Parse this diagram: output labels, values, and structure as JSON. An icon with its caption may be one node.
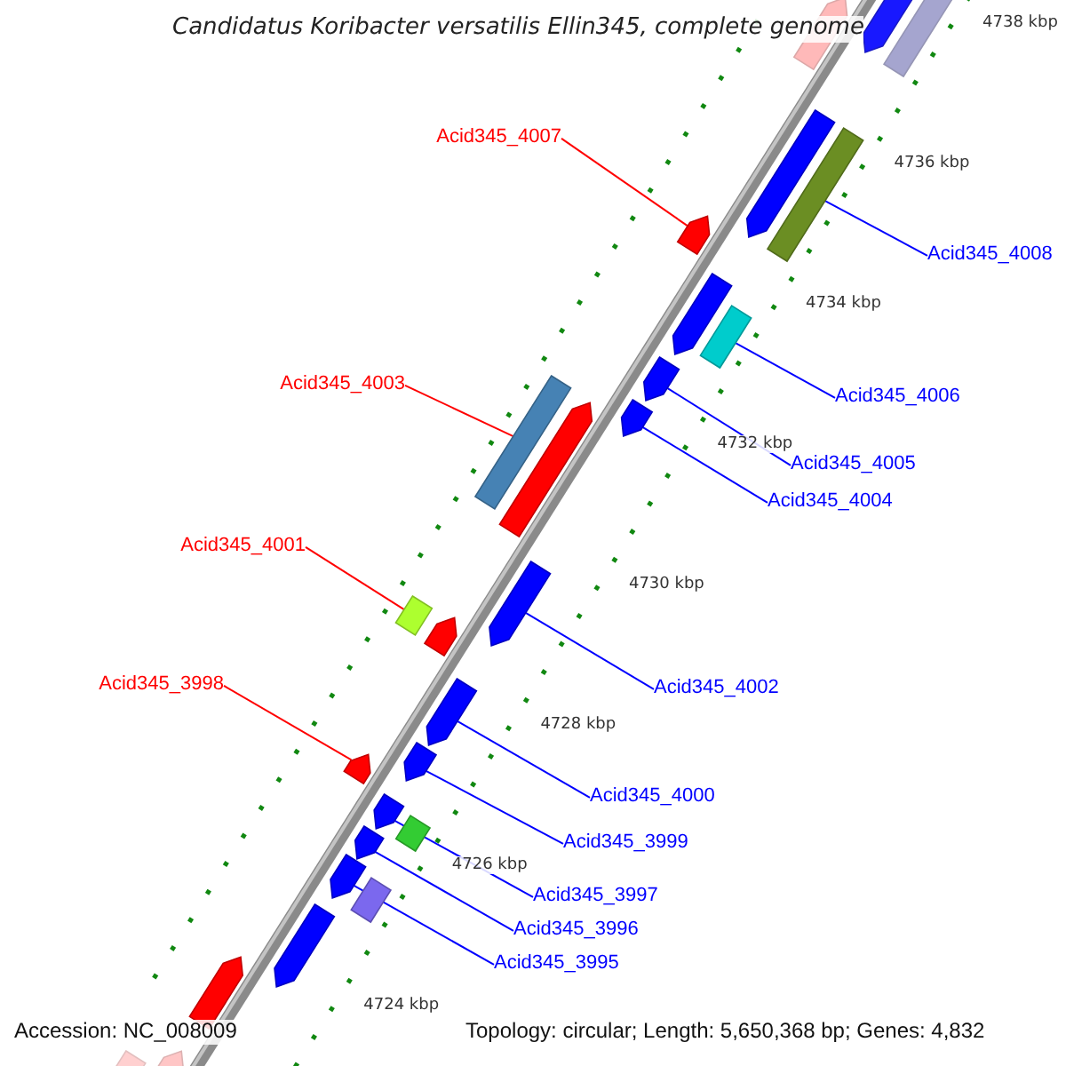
{
  "diagram": {
    "title": "Candidatus Koribacter versatilis Ellin345, complete genome",
    "nodes": [
      {
        "text": [
          "Acid345_4007"
        ]
      },
      {
        "text": [],
        "shape": "arrow"
      },
      {
        "text": [
          "Acid345_4008"
        ]
      },
      {
        "text": [],
        "shape": "bar"
      },
      {
        "text": [
          "Acid345_4003"
        ]
      },
      {
        "text": [],
        "shape": "bar"
      },
      {
        "text": [
          "Acid345_4006"
        ]
      },
      {
        "text": [],
        "shape": "bar"
      },
      {
        "text": [
          "Acid345_4005"
        ]
      },
      {
        "text": [],
        "shape": "arrow"
      },
      {
        "text": [
          "Acid345_4004"
        ]
      },
      {
        "text": [],
        "shape": "arrow"
      },
      {
        "text": [
          "Acid345_4001"
        ]
      },
      {
        "text": [],
        "shape": "bar"
      },
      {
        "text": [
          "Acid345_4002"
        ]
      },
      {
        "text": [],
        "shape": "arrow"
      },
      {
        "text": [
          "Acid345_3998"
        ]
      },
      {
        "text": [],
        "shape": "arrow"
      },
      {
        "text": [
          "Acid345_4000"
        ]
      },
      {
        "text": [],
        "shape": "arrow"
      },
      {
        "text": [
          "Acid345_3999"
        ]
      },
      {
        "text": [],
        "shape": "arrow"
      },
      {
        "text": [
          "Acid345_3997"
        ]
      },
      {
        "text": [],
        "shape": "arrow"
      },
      {
        "text": [
          "Acid345_3996"
        ]
      },
      {
        "text": [],
        "shape": "arrow"
      },
      {
        "text": [
          "Acid345_3995"
        ]
      },
      {
        "text": [],
        "shape": "arrow"
      },
      {
        "text": [],
        "shape": "arrow"
      },
      {
        "text": [],
        "shape": "bar"
      },
      {
        "text": [],
        "shape": "arrow"
      },
      {
        "text": [],
        "shape": "arrow"
      },
      {
        "text": [],
        "shape": "arrow"
      },
      {
        "text": [],
        "shape": "arrow"
      },
      {
        "text": [],
        "shape": "arrow"
      },
      {
        "text": [],
        "shape": "bar"
      },
      {
        "text": [],
        "shape": "bar"
      },
      {
        "text": [],
        "shape": "arrow"
      },
      {
        "text": [],
        "shape": "arrow"
      },
      {
        "text": [],
        "shape": "arrow"
      },
      {
        "text": [],
        "shape": "bar"
      }
    ],
    "edges": [
      {
        "from": 0,
        "to": 1,
        "arrow": "none",
        "color": "#ff0000"
      },
      {
        "from": 2,
        "to": 3,
        "arrow": "none",
        "color": "#0000ff"
      },
      {
        "from": 4,
        "to": 5,
        "arrow": "none",
        "color": "#ff0000"
      },
      {
        "from": 6,
        "to": 7,
        "arrow": "none",
        "color": "#0000ff"
      },
      {
        "from": 8,
        "to": 9,
        "arrow": "none",
        "color": "#0000ff"
      },
      {
        "from": 10,
        "to": 11,
        "arrow": "none",
        "color": "#0000ff"
      },
      {
        "from": 12,
        "to": 13,
        "arrow": "none",
        "color": "#ff0000"
      },
      {
        "from": 14,
        "to": 15,
        "arrow": "none",
        "color": "#0000ff"
      },
      {
        "from": 16,
        "to": 17,
        "arrow": "none",
        "color": "#ff0000"
      },
      {
        "from": 18,
        "to": 19,
        "arrow": "none",
        "color": "#0000ff"
      },
      {
        "from": 20,
        "to": 21,
        "arrow": "none",
        "color": "#0000ff"
      },
      {
        "from": 22,
        "to": 23,
        "arrow": "none",
        "color": "#0000ff"
      },
      {
        "from": 24,
        "to": 25,
        "arrow": "none",
        "color": "#0000ff"
      },
      {
        "from": 26,
        "to": 27,
        "arrow": "none",
        "color": "#0000ff"
      }
    ],
    "labels": [
      "4738 kbp",
      "4736 kbp",
      "4734 kbp",
      "4732 kbp",
      "4730 kbp",
      "4728 kbp",
      "4726 kbp",
      "4724 kbp",
      "Accession: NC_008009",
      "Topology: circular; Length: 5,650,368 bp; Genes: 4,832"
    ]
  }
}
